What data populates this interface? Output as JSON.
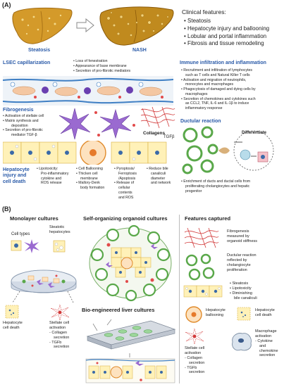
{
  "panelA": {
    "label": "(A)",
    "steatosis_label": "Steatosis",
    "nash_label": "NASH",
    "clinical": {
      "title": "Clinical features:",
      "items": [
        "Steatosis",
        "Hepatocyte injury and ballooning",
        "Lobular and portal inflammation",
        "Fibrosis and tissue remodeling"
      ]
    },
    "lsec": {
      "title": "LSEC capillarization",
      "items": [
        "Loss of fenestration",
        "Appearance of base membrane",
        "Secretion of pro-fibrotic mediators"
      ]
    },
    "immune": {
      "title": "Immune infiltration and inflammation",
      "items": [
        "Recruitment and infiltration of lymphocytes",
        "such as T cells and Natural Killer T cells",
        "Activation and migration of neutrophils,",
        "monocytes and macrophages",
        "Phagocytosis of damaged and dying cells by",
        "macrophages",
        "Secretion of chemokines and cytokines such",
        "as CCL2, TNF, IL-6 and IL-1β to induce",
        "inflammatory response"
      ]
    },
    "fibrogenesis": {
      "title": "Fibrogenesis",
      "items": [
        "Activation of stellate cell",
        "Matrix synthesis and",
        "deposition",
        "Secretion of pro-fibrotic",
        "mediator TGF-β"
      ]
    },
    "collagens_label": "Collagens",
    "tgfb_label": "TGFβ",
    "ductular": {
      "title": "Ductular reaction",
      "differentiate_label": "Differentiate",
      "items": [
        "Enrichment of ducts and ductal cells from",
        "proliferating cholangiocytes and hepatic",
        "progenitor"
      ]
    },
    "hepatocyte": {
      "title1": "Hepatocyte",
      "title2": "injury and",
      "title3": "cell death"
    },
    "lipotox": [
      "Lipotoxicity:",
      "Pro-inflammatory",
      "cytokine and",
      "ROS release"
    ],
    "ballooning": [
      "Cell Ballooning",
      "Thicken cell",
      "membrane",
      "Mallory-Denk",
      "body formation"
    ],
    "pyroptosis": [
      "Pyroptosis/",
      "Ferroptosis",
      "/Apoptosis",
      "Release of",
      "cellular",
      "contents",
      "and ROS"
    ],
    "bile": [
      "Reduce bile",
      "canaliculi",
      "diameter",
      "and network"
    ]
  },
  "panelB": {
    "label": "(B)",
    "monolayer_title": "Monolayer cultures",
    "cell_types": "Cell types",
    "steatotic": [
      "Steatotic",
      "hepatocytes"
    ],
    "hep_death": [
      "Hepatocyte",
      "cell death"
    ],
    "stellate_mono": [
      "Stellate cell",
      "activation",
      "- Collagen",
      "secretion",
      "- TGFb",
      "secretion"
    ],
    "organoid_title": "Self-organizing organoid cultures",
    "bioeng_title": "Bio-engineered liver cultures",
    "features_title": "Features captured",
    "fibro_measure": [
      "Fibrogenesis",
      "measured by",
      "organoid stiffness"
    ],
    "ductular_reflect": [
      "Ductular reaction",
      "reflected by",
      "cholangiocyte",
      "proliferation"
    ],
    "steat_items": [
      "Steatosis",
      "Lipotoxicity",
      "Diminishing",
      "bile canaliculi"
    ],
    "hep_ballooning": [
      "Hepatocyte",
      "ballooning"
    ],
    "hep_celldeath": [
      "Hepatocyte",
      "cell death"
    ],
    "stellate_feat": [
      "Stellate cell",
      "activation",
      "- Collagen",
      "secretion",
      "- TGFb",
      "secretion"
    ],
    "macrophage": [
      "Macrophage",
      "activation",
      "- Cytokine",
      "and",
      "chemokine",
      "secretion"
    ]
  }
}
